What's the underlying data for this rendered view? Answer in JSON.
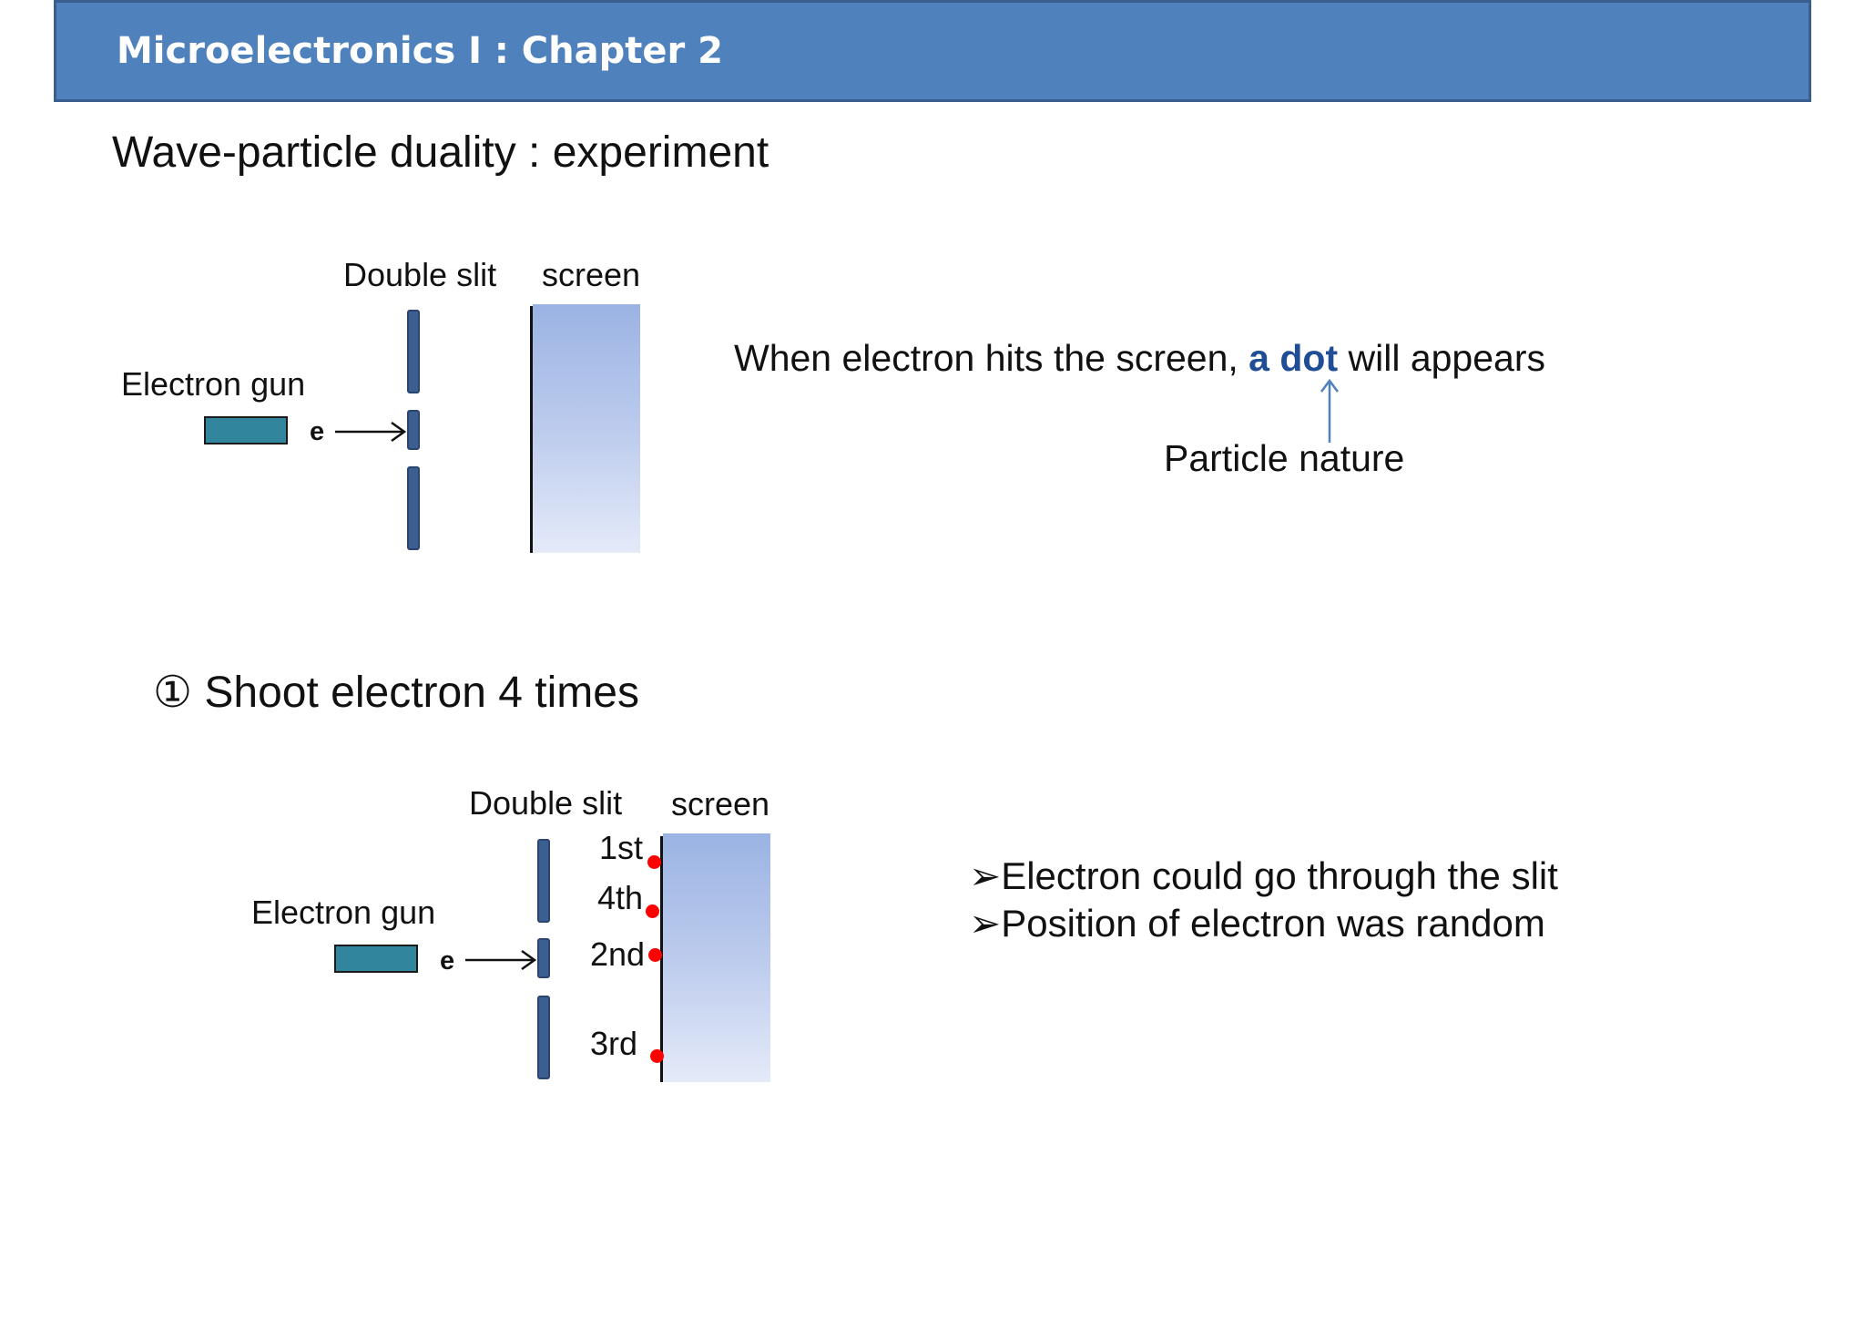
{
  "header": {
    "title": "Microelectronics I : Chapter 2"
  },
  "slide_title": "Wave-particle duality : experiment",
  "diagram_top": {
    "double_slit_label": "Double slit",
    "screen_label": "screen",
    "electron_gun_label": "Electron gun",
    "electron_label": "e"
  },
  "observation": {
    "text_before": "When electron hits the screen, ",
    "emphasis": "a dot",
    "text_after": " will appears",
    "annotation": "Particle nature"
  },
  "step_title": "① Shoot electron 4 times",
  "diagram_bottom": {
    "double_slit_label": "Double slit",
    "screen_label": "screen",
    "electron_gun_label": "Electron gun",
    "electron_label": "e",
    "hit_labels": [
      "1st",
      "4th",
      "2nd",
      "3rd"
    ]
  },
  "bullets": [
    "Electron could go through the slit",
    "Position of electron was random"
  ],
  "colors": {
    "header_bg": "#4f81bd",
    "emphasis": "#1f4e96",
    "gun": "#31859c",
    "slit": "#3c5f92",
    "dot": "#ff0000"
  }
}
